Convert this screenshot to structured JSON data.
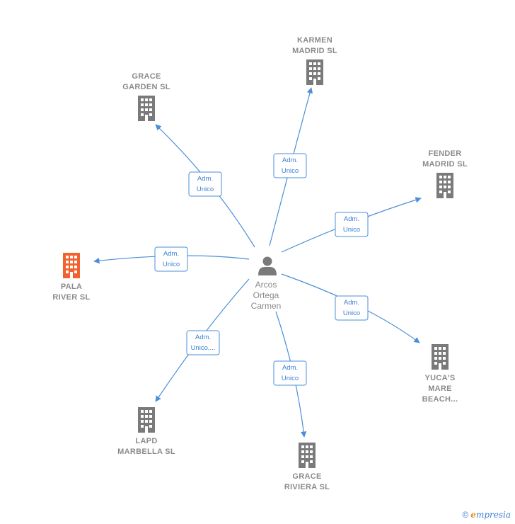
{
  "center": {
    "label_lines": [
      "Arcos",
      "Ortega",
      "Carmen"
    ],
    "icon": "person-icon"
  },
  "colors": {
    "edge": "#4a8fd8",
    "company": "#7a7a7a",
    "highlight": "#f2622e"
  },
  "companies": [
    {
      "id": "karmen",
      "lines": [
        "KARMEN",
        "MADRID  SL"
      ],
      "highlight": false,
      "icon": "building-icon"
    },
    {
      "id": "grace-garden",
      "lines": [
        "GRACE",
        "GARDEN  SL"
      ],
      "highlight": false,
      "icon": "building-icon"
    },
    {
      "id": "fender",
      "lines": [
        "FENDER",
        "MADRID  SL"
      ],
      "highlight": false,
      "icon": "building-icon"
    },
    {
      "id": "pala",
      "lines": [
        "PALA",
        "RIVER  SL"
      ],
      "highlight": true,
      "icon": "building-icon"
    },
    {
      "id": "yucas",
      "lines": [
        "YUCA'S",
        "MARE",
        "BEACH..."
      ],
      "highlight": false,
      "icon": "building-icon"
    },
    {
      "id": "lapd",
      "lines": [
        "LAPD",
        "MARBELLA  SL"
      ],
      "highlight": false,
      "icon": "building-icon"
    },
    {
      "id": "grace-riviera",
      "lines": [
        "GRACE",
        "RIVIERA  SL"
      ],
      "highlight": false,
      "icon": "building-icon"
    }
  ],
  "edges": [
    {
      "to": "karmen",
      "lines": [
        "Adm.",
        "Unico"
      ]
    },
    {
      "to": "grace-garden",
      "lines": [
        "Adm.",
        "Unico"
      ]
    },
    {
      "to": "fender",
      "lines": [
        "Adm.",
        "Unico"
      ]
    },
    {
      "to": "pala",
      "lines": [
        "Adm.",
        "Unico"
      ]
    },
    {
      "to": "yucas",
      "lines": [
        "Adm.",
        "Unico"
      ]
    },
    {
      "to": "lapd",
      "lines": [
        "Adm.",
        "Unico,..."
      ]
    },
    {
      "to": "grace-riviera",
      "lines": [
        "Adm.",
        "Unico"
      ]
    }
  ],
  "watermark": {
    "copyright": "©",
    "brand_first": "e",
    "brand_rest": "mpresia"
  }
}
